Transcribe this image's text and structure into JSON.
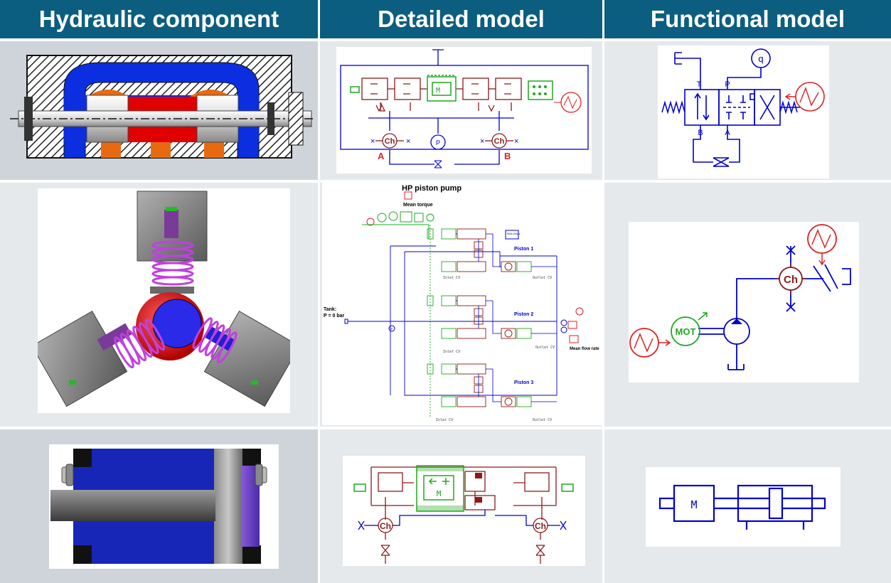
{
  "headers": {
    "col1": "Hydraulic component",
    "col2": "Detailed model",
    "col3": "Functional model"
  },
  "valve_detailed": {
    "port_a": "A",
    "port_b": "B",
    "chamber": "Ch",
    "mass": "M",
    "pressure": "P"
  },
  "valve_functional": {
    "port_p": "P",
    "port_t": "T",
    "port_a": "A",
    "port_b": "B",
    "gauge": "q"
  },
  "pump_detailed": {
    "title": "HP piston pump",
    "mean_torque": "Mean torque",
    "fluid_props": "fluid props",
    "piston1": "Piston 1",
    "piston2": "Piston 2",
    "piston3": "Piston 3",
    "inlet_cv": "Inlet CV",
    "outlet_cv": "Outlet CV",
    "tank_line1": "Tank:",
    "tank_line2": "P = 0 bar",
    "mean_flow_rate": "Mean flow rate",
    "pressure": "P"
  },
  "pump_functional": {
    "motor": "MOT",
    "chamber": "Ch"
  },
  "cylinder_detailed": {
    "mass": "M",
    "chamber": "Ch"
  },
  "cylinder_functional": {
    "mass": "M"
  },
  "colors": {
    "header": "#0b5e80",
    "cell_light": "#e6e9ec",
    "cell_dark": "#cfd4da",
    "model_blue": "#0000cc",
    "model_green": "#1fa81f",
    "model_red": "#e02020",
    "model_brown": "#8b1a1a"
  }
}
